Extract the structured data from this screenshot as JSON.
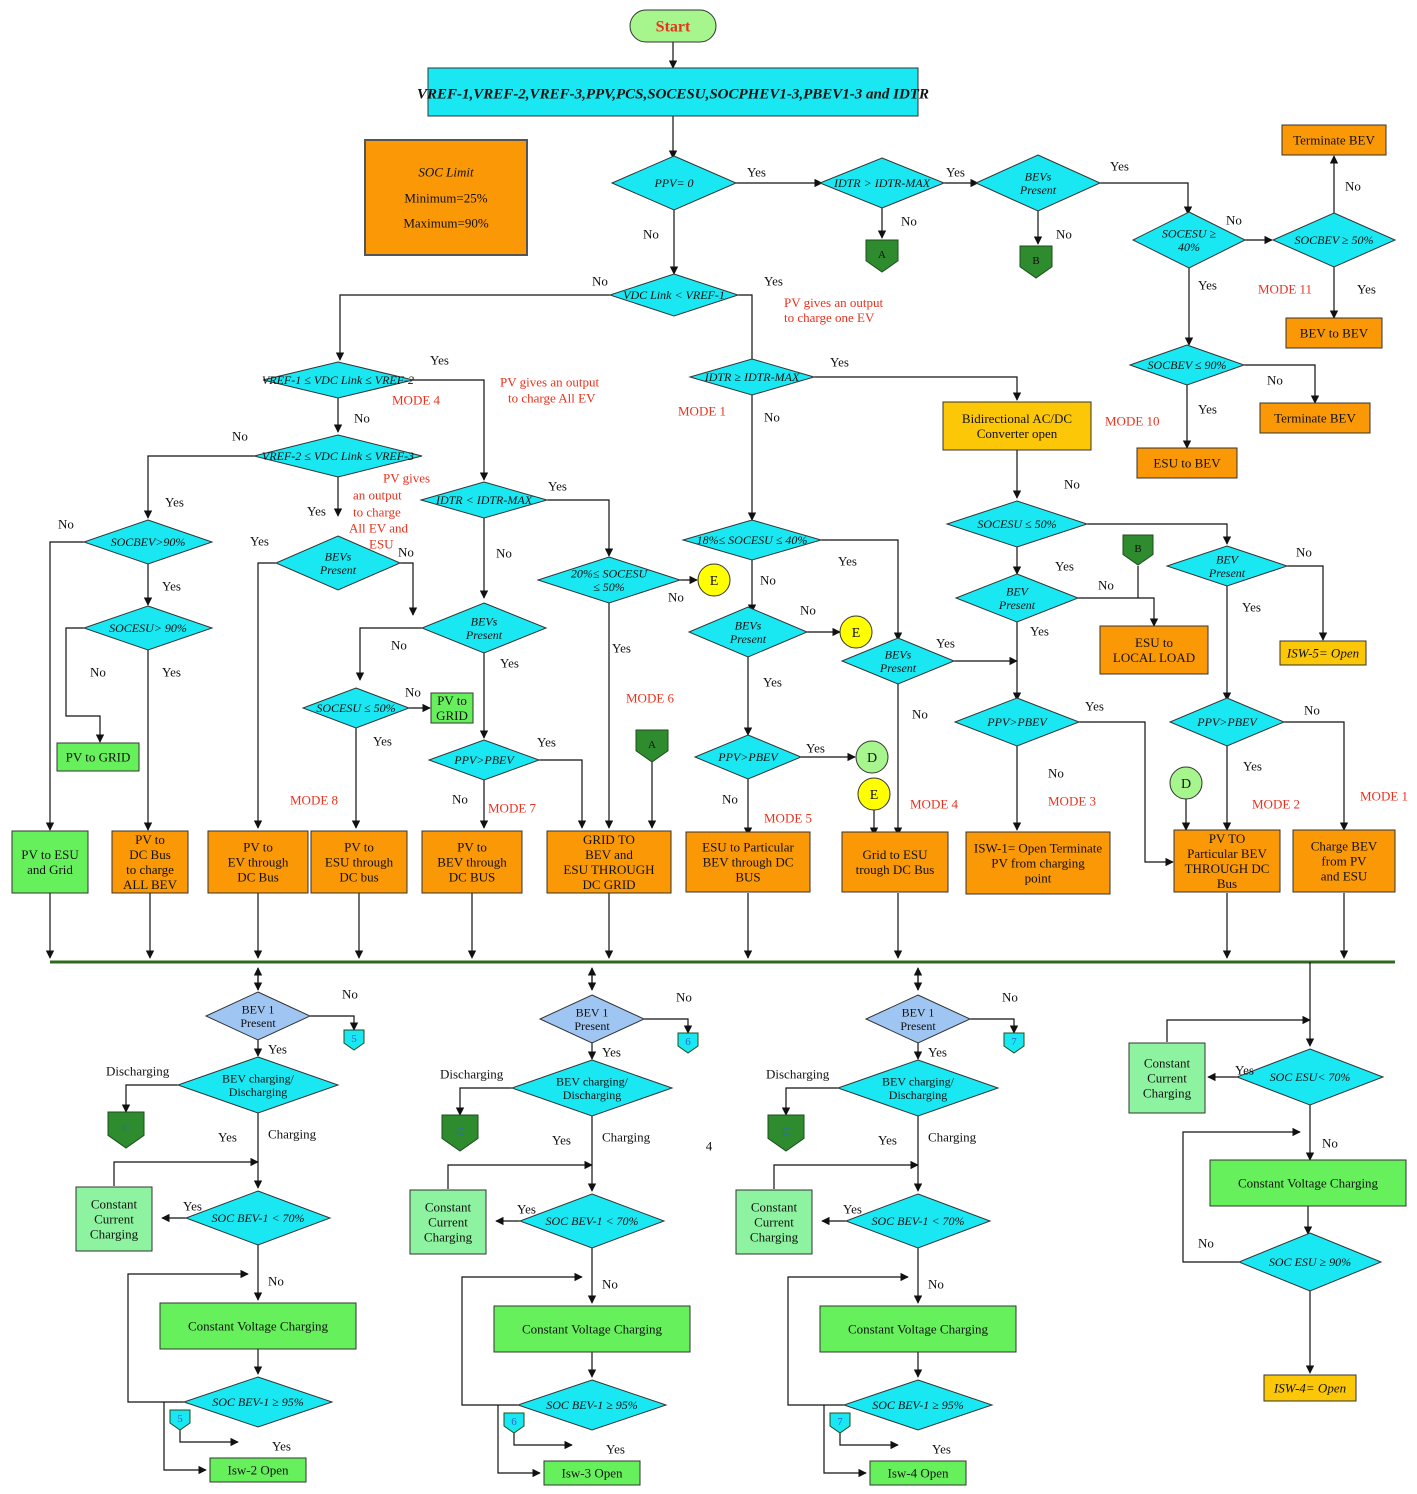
{
  "start": "Start",
  "inputs": "VREF-1,VREF-2,VREF-3,PPV,PCS,SOCESU,SOCPHEV1-3,PBEV1-3 and IDTR",
  "soc_limit": {
    "title": "SOC Limit",
    "min": "Minimum=25%",
    "max": "Maximum=90%"
  },
  "page_number": "4",
  "words": {
    "yes": "Yes",
    "no": "No",
    "charging": "Charging",
    "discharging": "Discharging"
  },
  "modes": [
    "MODE 1",
    "MODE 2",
    "MODE 3",
    "MODE 4",
    "MODE 5",
    "MODE 6",
    "MODE 7",
    "MODE 8",
    "MODE 10",
    "MODE 11"
  ],
  "notes": [
    "PV gives an output to charge one EV",
    "PV gives an output to charge All EV",
    "PV gives an output to charge All EV and ESU"
  ],
  "decisions": [
    "PPV= 0",
    "IDTR > IDTR-MAX",
    "BEVs Present",
    "SOCESU ≥ 40%",
    "SOCBEV ≥ 50%",
    "SOCBEV ≤ 90%",
    "VDC Link < VREF-1",
    "VREF-1 ≤ VDC Link ≤ VREF-2",
    "VREF-2 ≤ VDC Link ≤ VREF-3",
    "IDTR ≥ IDTR-MAX",
    "IDTR < IDTR-MAX",
    "20%≤ SOCESU ≤ 50%",
    "18%≤ SOCESU ≤ 40%",
    "SOCBEV>90%",
    "SOCESU> 90%",
    "SOCESU ≤ 50%",
    "PPV>PBEV",
    "BEV Present",
    "BEV 1 Present",
    "BEV charging/ Discharging",
    "SOC BEV-1 < 70%",
    "SOC BEV-1 ≥ 95%",
    "SOC ESU< 70%",
    "SOC ESU ≥ 90%"
  ],
  "actions": [
    "Terminate BEV",
    "BEV to BEV",
    "ESU to BEV",
    "Bidirectional AC/DC Converter open",
    "ESU to LOCAL LOAD",
    "ISW-5= Open",
    "PV to GRID",
    "PV to ESU and Grid",
    "PV to DC Bus to charge ALL BEV",
    "PV to EV through DC Bus",
    "PV to ESU through DC bus",
    "PV to BEV through DC BUS",
    "GRID TO BEV and ESU THROUGH DC GRID",
    "ESU to Particular BEV through DC BUS",
    "Grid to ESU trough DC Bus",
    "ISW-1= Open Terminate PV from charging point",
    "PV TO Particular BEV THROUGH DC Bus",
    "Charge BEV from PV and ESU",
    "Constant Current Charging",
    "Constant Voltage Charging",
    "Isw-2 Open",
    "Isw-3 Open",
    "Isw-4 Open",
    "ISW-4= Open"
  ],
  "connectors": [
    "A",
    "B",
    "C",
    "D",
    "E",
    "5",
    "6",
    "7"
  ],
  "colors": {
    "decision": "#19e8f2",
    "decision_blue": "#9fc5f2",
    "action_orange": "#fb9806",
    "action_yellow": "#fcc707",
    "action_green": "#66f05b",
    "action_lightgreen": "#8ef3a0",
    "terminal": "#a6f58d",
    "connector_green": "#2e8b2e",
    "connector_yellow": "#ffff00",
    "connector_circle": "#a6f58d",
    "mode_text": "#e8321e",
    "bus": "#2e6a1e"
  }
}
